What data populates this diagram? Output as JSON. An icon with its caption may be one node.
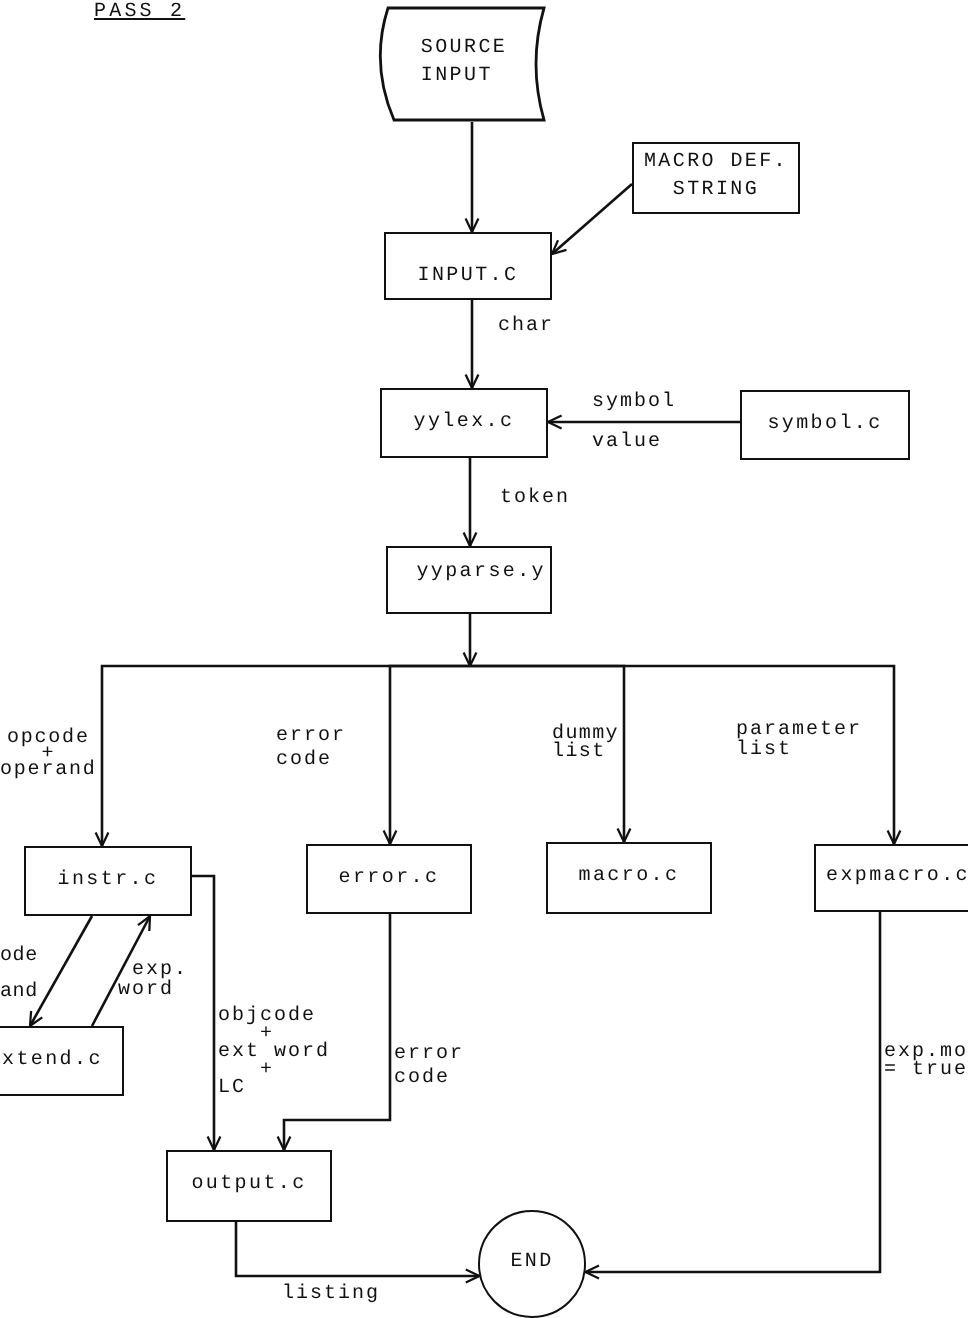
{
  "diagram": {
    "title": "PASS 2",
    "nodes": [
      {
        "text": [
          "SOURCE INPUT"
        ]
      },
      {
        "text": [
          "MACRO DEF. STRING"
        ]
      },
      {
        "text": [
          "INPUT.C"
        ]
      },
      {
        "text": [
          "yylex.c"
        ]
      },
      {
        "text": [
          "symbol.c"
        ]
      },
      {
        "text": [
          "yyparse.y"
        ]
      },
      {
        "text": [
          "instr.c"
        ]
      },
      {
        "text": [
          "error.c"
        ]
      },
      {
        "text": [
          "macro.c"
        ]
      },
      {
        "text": [
          "expmacro.c"
        ]
      },
      {
        "text": [
          "xtend.c"
        ]
      },
      {
        "text": [
          "output.c"
        ]
      },
      {
        "text": [
          "END"
        ]
      }
    ],
    "edges": [
      {
        "from": 0,
        "to": 2,
        "arrow": "to"
      },
      {
        "from": 1,
        "to": 2,
        "arrow": "to"
      },
      {
        "from": 2,
        "to": 3,
        "arrow": "to",
        "label": "char"
      },
      {
        "from": 4,
        "to": 3,
        "arrow": "to",
        "label": "symbol value"
      },
      {
        "from": 3,
        "to": 5,
        "arrow": "to",
        "label": "token"
      },
      {
        "from": 5,
        "to": 6,
        "arrow": "to",
        "label": "opcode + operand"
      },
      {
        "from": 5,
        "to": 7,
        "arrow": "to",
        "label": "error code"
      },
      {
        "from": 5,
        "to": 8,
        "arrow": "to",
        "label": "dummy list"
      },
      {
        "from": 5,
        "to": 9,
        "arrow": "to",
        "label": "parameter list"
      },
      {
        "from": 6,
        "to": 10,
        "arrow": "to",
        "label": "ode and"
      },
      {
        "from": 10,
        "to": 6,
        "arrow": "to",
        "label": "exp. word"
      },
      {
        "from": 6,
        "to": 11,
        "arrow": "to",
        "label": "objcode + ext word + LC"
      },
      {
        "from": 7,
        "to": 11,
        "arrow": "to",
        "label": "error code"
      },
      {
        "from": 11,
        "to": 12,
        "arrow": "to",
        "label": "listing"
      },
      {
        "from": 9,
        "to": 12,
        "arrow": "to",
        "label": "exp.mo = true"
      }
    ]
  }
}
